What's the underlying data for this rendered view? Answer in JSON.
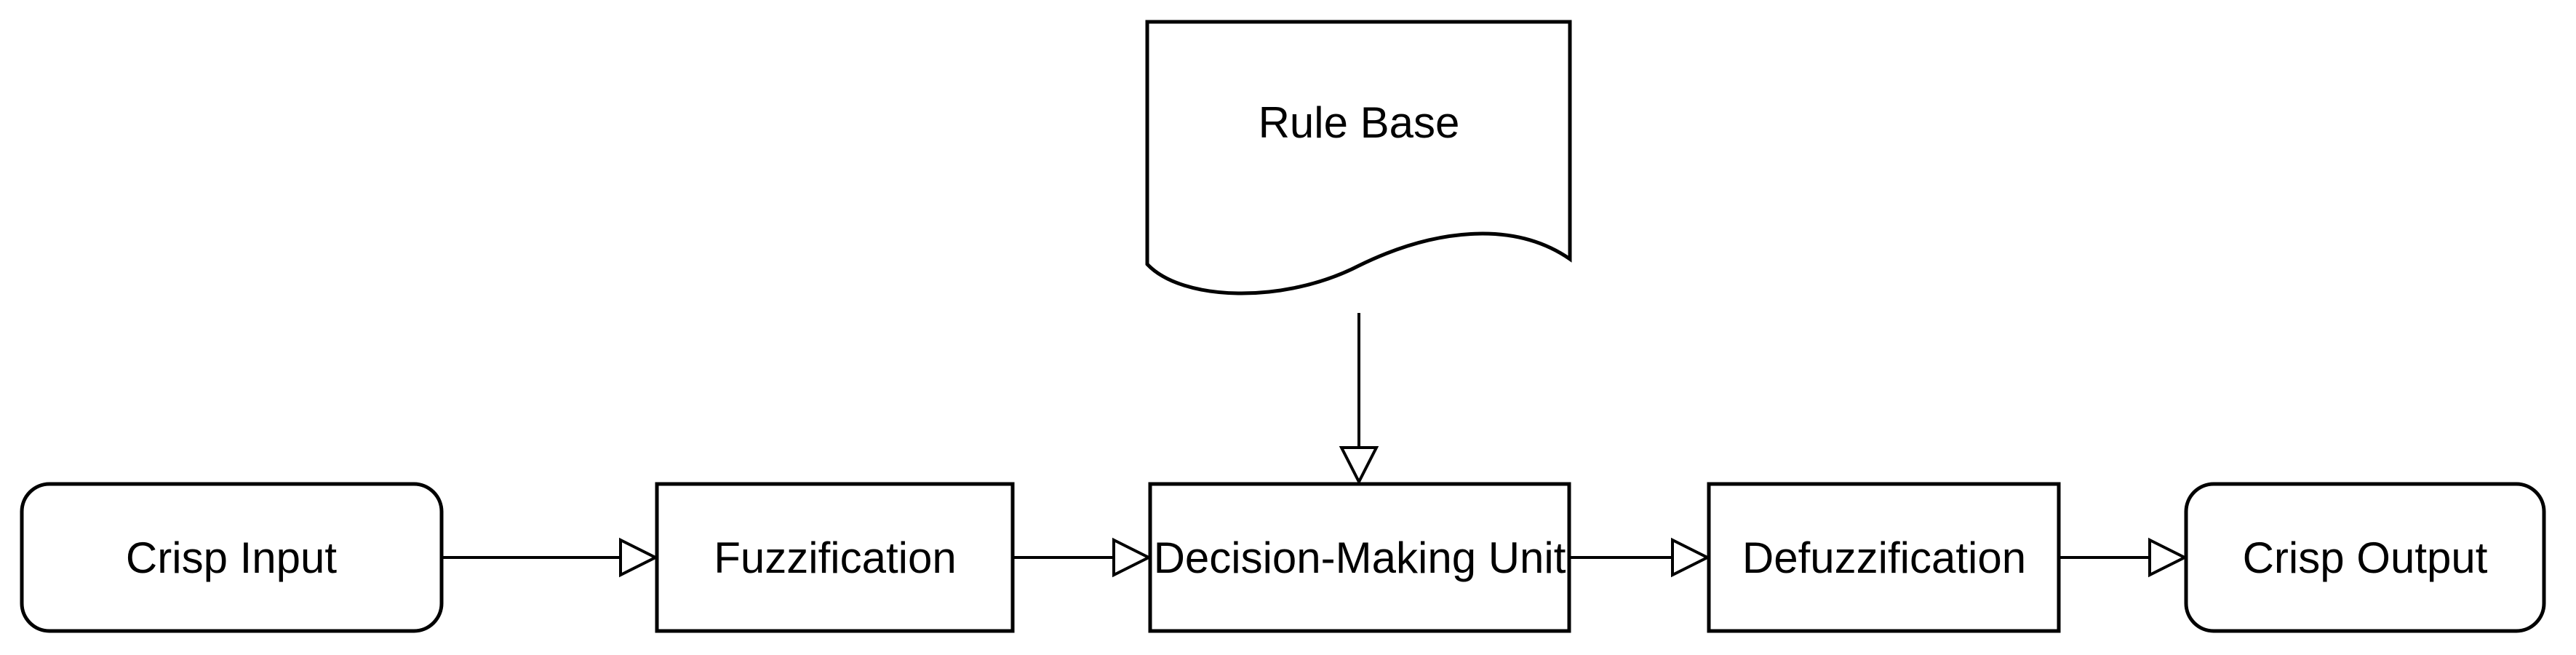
{
  "diagram": {
    "background_color": "#ffffff",
    "stroke_color": "#000000",
    "node_fill_color": "#ffffff",
    "text_color": "#000000",
    "nodes": [
      {
        "id": "rule-base",
        "label": "Rule Base",
        "shape": "document"
      },
      {
        "id": "crisp-input",
        "label": "Crisp Input",
        "shape": "rounded-rectangle"
      },
      {
        "id": "fuzzification",
        "label": "Fuzzification",
        "shape": "rectangle"
      },
      {
        "id": "decision-making-unit",
        "label": "Decision-Making Unit",
        "shape": "rectangle"
      },
      {
        "id": "defuzzification",
        "label": "Defuzzification",
        "shape": "rectangle"
      },
      {
        "id": "crisp-output",
        "label": "Crisp Output",
        "shape": "rounded-rectangle"
      }
    ],
    "edges": [
      {
        "from": "crisp-input",
        "to": "fuzzification",
        "arrowhead": "hollow-triangle"
      },
      {
        "from": "fuzzification",
        "to": "decision-making-unit",
        "arrowhead": "hollow-triangle"
      },
      {
        "from": "rule-base",
        "to": "decision-making-unit",
        "arrowhead": "hollow-triangle"
      },
      {
        "from": "decision-making-unit",
        "to": "defuzzification",
        "arrowhead": "hollow-triangle"
      },
      {
        "from": "defuzzification",
        "to": "crisp-output",
        "arrowhead": "hollow-triangle"
      }
    ]
  }
}
